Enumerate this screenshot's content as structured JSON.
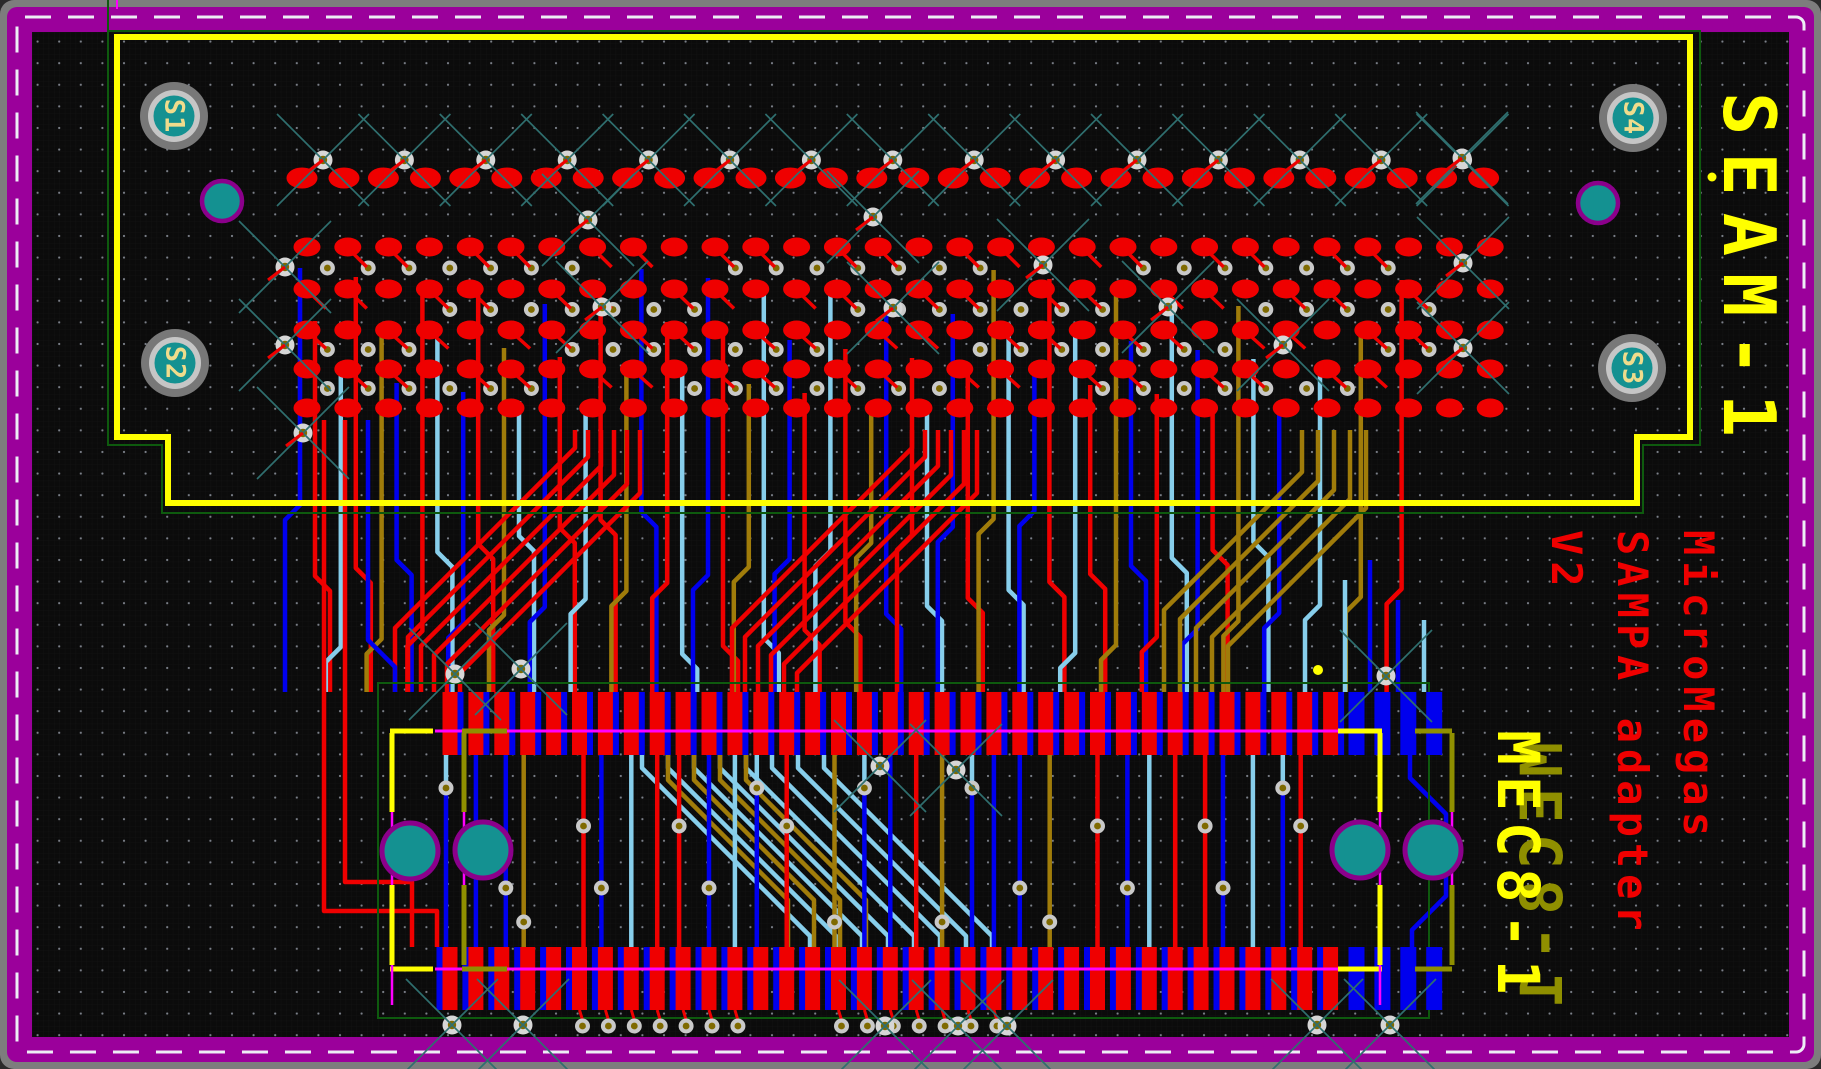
{
  "meta": {
    "description": "PCB layout plot of an adapter board",
    "view": "pcb-top-view"
  },
  "texts": {
    "seam": "SEAM-1",
    "mec8": "MEC8-1",
    "info_line1": "MicroMegas",
    "info_line2": "SAMPA adapter",
    "info_line3": "V2"
  },
  "hole_labels": {
    "s1": "S1",
    "s2": "S2",
    "s3": "S3",
    "s4": "S4"
  },
  "connectors": {
    "seam": {
      "name": "SEAM-1",
      "pill_pad_pairs": 15,
      "grid_columns": 30,
      "grid_rows": 5,
      "mount_holes": [
        "S1",
        "S2",
        "S3",
        "S4"
      ]
    },
    "mec8": {
      "name": "MEC8-1",
      "rows": 2,
      "red_pins_per_row": 35,
      "blue_pins_per_row": 4,
      "mount_holes": 4
    }
  },
  "colors": {
    "background": "#0B0B0B",
    "frame_gray": "#7D7D7D",
    "frame_purple": "#9B009B",
    "frame_dash": "#EDEDF5",
    "copper_top_red": "#EF0000",
    "copper_bottom_blue": "#0000EE",
    "inner_cyan": "#87CEEB",
    "inner_olive": "#A07C0A",
    "silk_yellow": "#FFFF00",
    "silk_olive": "#8F8F00",
    "outline_green": "#0E5A0E",
    "magenta": "#FF00FF",
    "hole_teal": "#149191",
    "ring_purple": "#8B008B",
    "via_gray": "#C9C9C9",
    "via_center_olive": "#7F6A00",
    "xvia_gray": "#D6D6D6",
    "x_line_teal": "#2F6F6F",
    "hole_text": "#EFDC8C",
    "grid_dot": "#8F95A0",
    "text_red": "#EF0000"
  }
}
